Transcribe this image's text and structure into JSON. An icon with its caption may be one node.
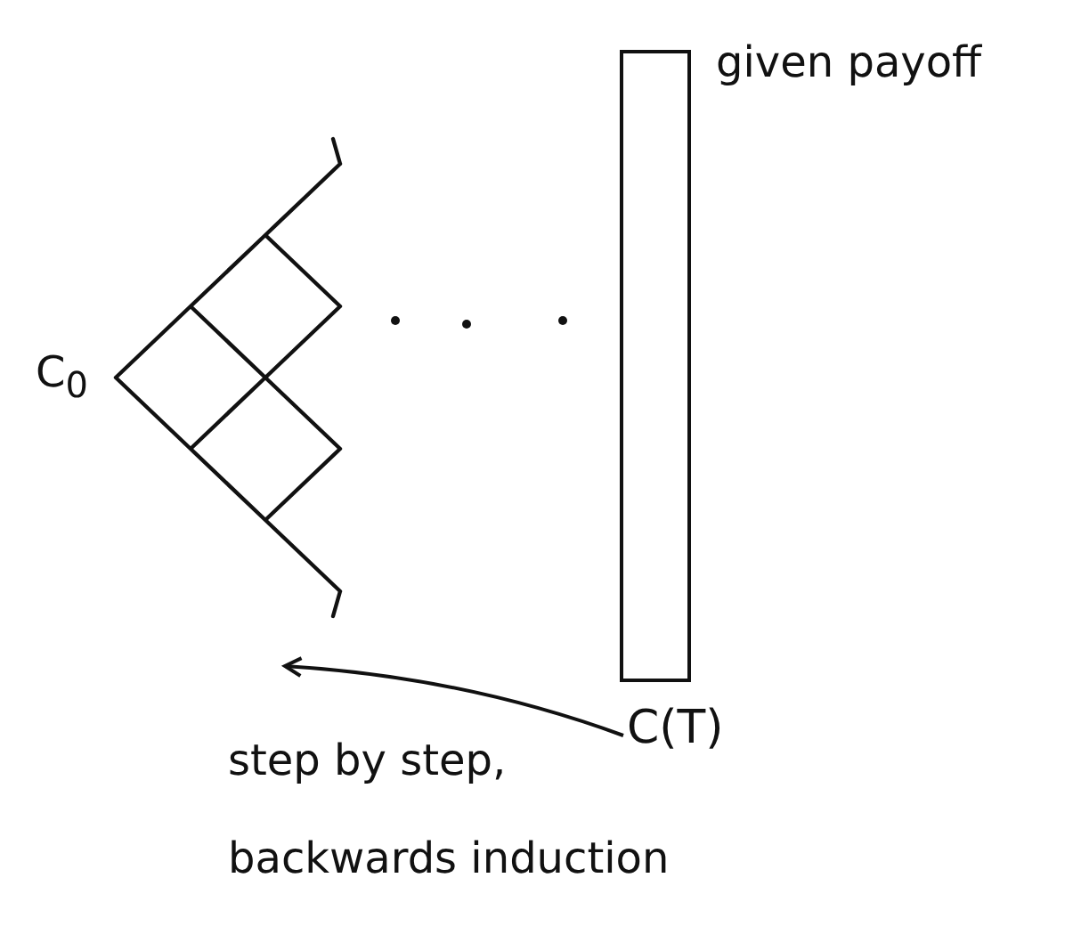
{
  "diagram": {
    "nodes": [
      {
        "text": [],
        "shape": "picture",
        "beside": [
          "C$_{0}$"
        ]
      },
      {
        "text": [],
        "shape": "bar",
        "beside": [
          "given payoff"
        ]
      },
      {
        "text": [
          "C(T)"
        ]
      }
    ],
    "edges": [
      {
        "from": 2,
        "to": 0,
        "arrow": "to"
      }
    ],
    "labels": [
      "step by step, backwards induction"
    ]
  }
}
